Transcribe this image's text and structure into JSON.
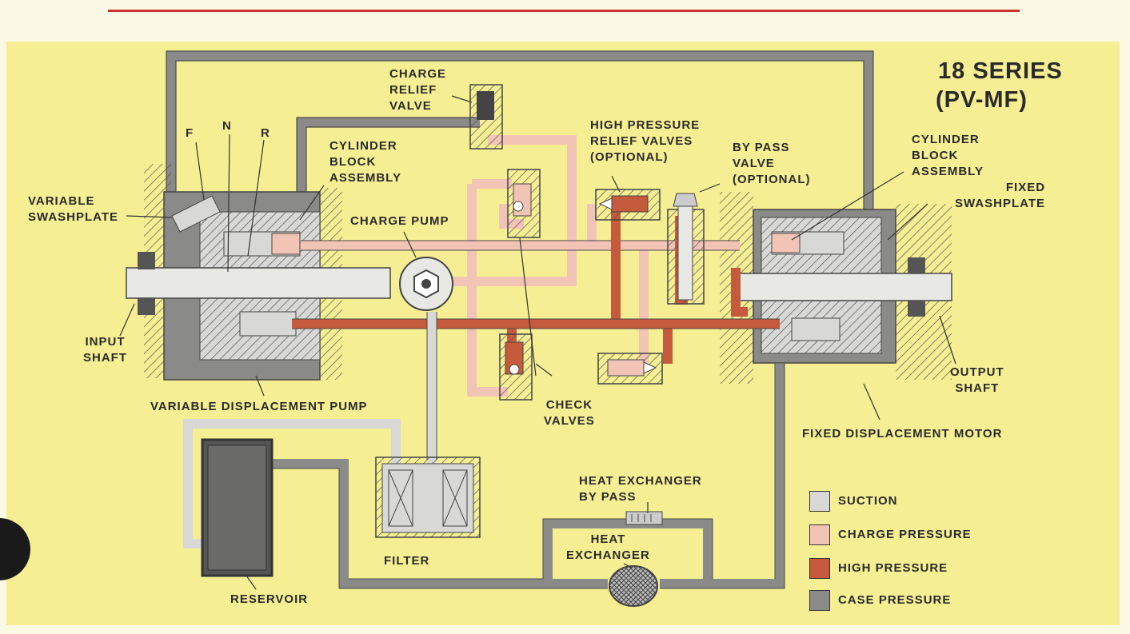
{
  "title": {
    "line1": "18 SERIES",
    "line2": "(PV-MF)"
  },
  "labels": {
    "charge_relief_valve": "CHARGE\nRELIEF\nVALVE",
    "high_pressure_relief": "HIGH PRESSURE\nRELIEF VALVES\n(OPTIONAL)",
    "bypass_valve": "BY PASS\nVALVE\n(OPTIONAL)",
    "cylinder_block_left": "CYLINDER\nBLOCK\nASSEMBLY",
    "cylinder_block_right": "CYLINDER\nBLOCK\nASSEMBLY",
    "fixed_swashplate": "FIXED\nSWASHPLATE",
    "variable_swashplate": "VARIABLE\nSWASHPLATE",
    "f": "F",
    "n": "N",
    "r": "R",
    "charge_pump": "CHARGE PUMP",
    "input_shaft": "INPUT\nSHAFT",
    "output_shaft": "OUTPUT\nSHAFT",
    "variable_pump": "VARIABLE DISPLACEMENT PUMP",
    "fixed_motor": "FIXED DISPLACEMENT MOTOR",
    "check_valves": "CHECK\nVALVES",
    "heat_exchanger_bypass": "HEAT EXCHANGER\nBY PASS",
    "heat_exchanger": "HEAT\nEXCHANGER",
    "filter": "FILTER",
    "reservoir": "RESERVOIR"
  },
  "legend": [
    {
      "label": "SUCTION",
      "color": "#d8d8d6"
    },
    {
      "label": "CHARGE PRESSURE",
      "color": "#f2c4b5"
    },
    {
      "label": "HIGH PRESSURE",
      "color": "#c65a3c"
    },
    {
      "label": "CASE PRESSURE",
      "color": "#8a8a88"
    }
  ],
  "colors": {
    "panel": "#f6ee93",
    "suction": "#d8d8d6",
    "charge": "#f2c4b5",
    "high": "#c65a3c",
    "case": "#8a8a88",
    "accent_line": "#c8312c"
  }
}
